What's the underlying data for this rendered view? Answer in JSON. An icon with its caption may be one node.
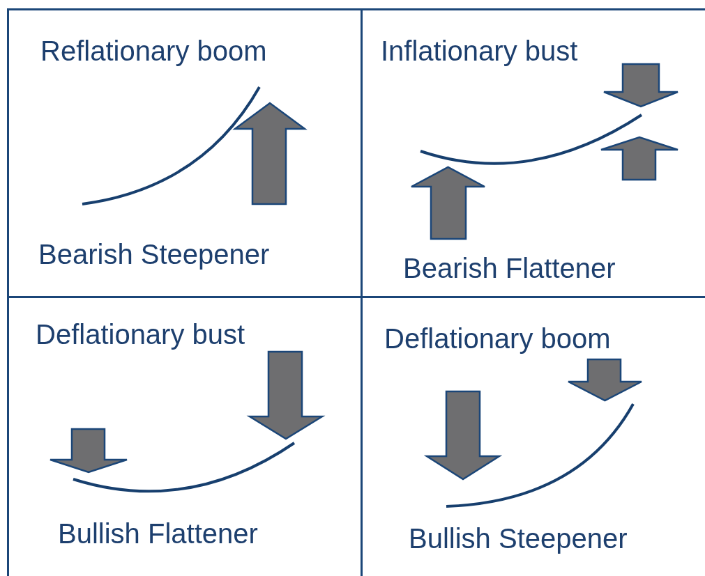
{
  "diagram": {
    "nodes": [
      {
        "text": [
          "Reflationary boom",
          "Bearish Steepener"
        ]
      },
      {
        "text": [
          "Inflationary bust",
          "Bearish Flattener"
        ]
      },
      {
        "text": [
          "Deflationary bust",
          "Bullish Flattener"
        ]
      },
      {
        "text": [
          "Deflationary boom",
          "Bullish Steepener"
        ]
      }
    ]
  }
}
